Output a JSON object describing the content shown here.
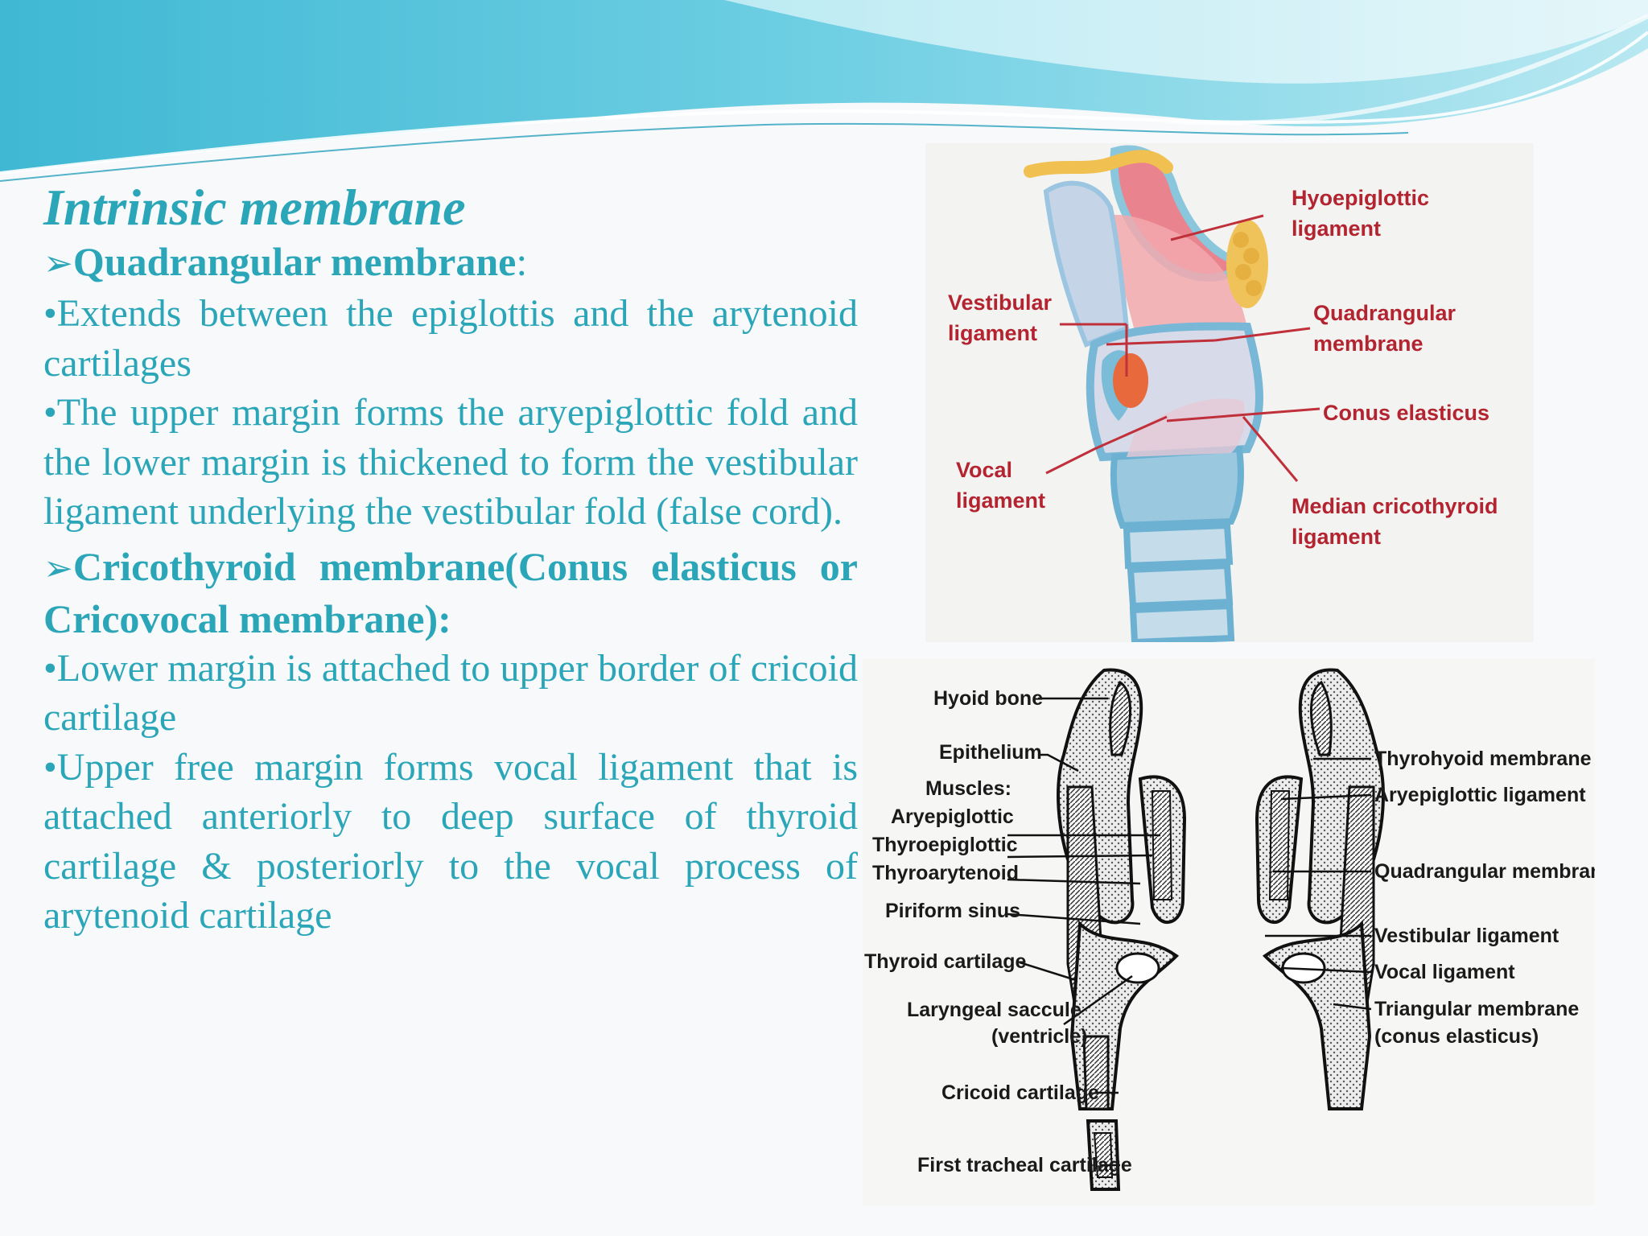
{
  "slide": {
    "title": "Intrinsic membrane",
    "arrow_glyph": "➢",
    "section1": {
      "heading": "Quadrangular membrane",
      "colon": ":",
      "bullets": [
        "•Extends between the epiglottis and the arytenoid cartilages",
        "•The upper margin forms the aryepiglottic fold and the lower margin is thickened to form the vestibular ligament underlying the vestibular fold (false cord)."
      ]
    },
    "section2": {
      "heading": "Cricothyroid membrane(Conus elasticus or Cricovocal membrane):",
      "bullets": [
        "•Lower margin is attached to upper border of cricoid cartilage",
        "•Upper free margin forms vocal ligament that is attached anteriorly to deep surface of thyroid cartilage & posteriorly  to the vocal process of arytenoid cartilage"
      ]
    }
  },
  "figure1": {
    "labels": {
      "hyoepiglottic_1": "Hyoepiglottic",
      "hyoepiglottic_2": "ligament",
      "vestibular_1": "Vestibular",
      "vestibular_2": "ligament",
      "quadrangular_1": "Quadrangular",
      "quadrangular_2": "membrane",
      "conus": "Conus elasticus",
      "vocal_1": "Vocal",
      "vocal_2": "ligament",
      "median_1": "Median cricothyroid",
      "median_2": "ligament"
    }
  },
  "figure2": {
    "left_labels": {
      "hyoid": "Hyoid bone",
      "epithelium": "Epithelium",
      "muscles": "Muscles:",
      "aryepiglottic": "Aryepiglottic",
      "thyroepiglottic": "Thyroepiglottic",
      "thyroarytenoid": "Thyroarytenoid",
      "piriform": "Piriform sinus",
      "thyroid": "Thyroid cartilage",
      "saccule_1": "Laryngeal saccule",
      "saccule_2": "(ventricle)",
      "cricoid": "Cricoid cartilage",
      "tracheal": "First tracheal cartilage"
    },
    "right_labels": {
      "thyrohyoid": "Thyrohyoid membrane",
      "aryepiglottic_lig": "Aryepiglottic ligament",
      "quadrangular": "Quadrangular membrane",
      "vestibular": "Vestibular ligament",
      "vocal": "Vocal ligament",
      "triangular_1": "Triangular membrane",
      "triangular_2": "(conus elasticus)"
    }
  }
}
